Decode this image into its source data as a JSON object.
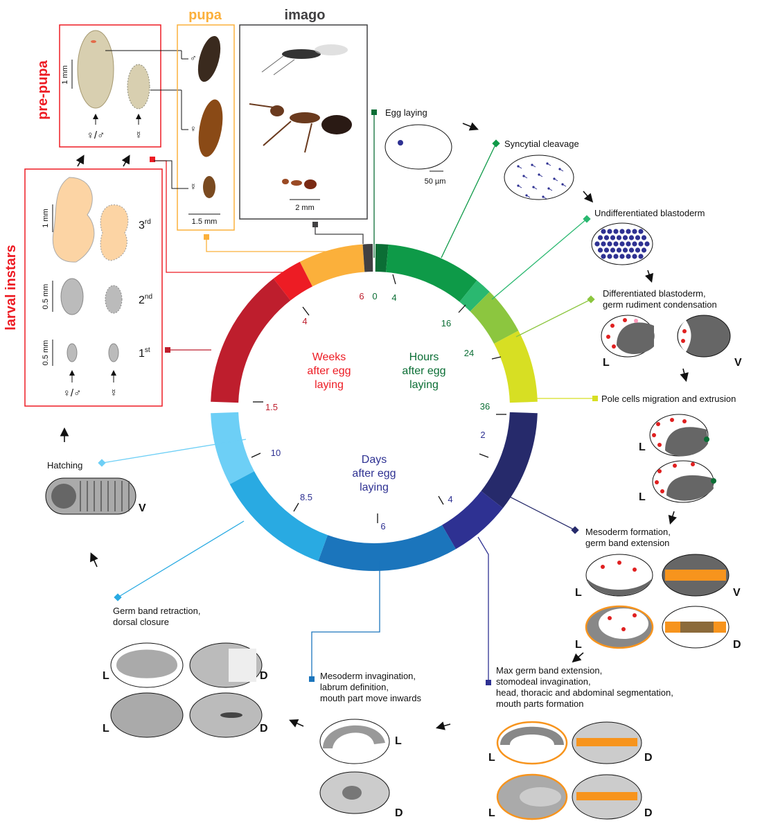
{
  "titles": {
    "pupa": "pupa",
    "imago": "imago",
    "prepupa": "pre-pupa",
    "larval": "larval instars"
  },
  "centers": {
    "weeks": [
      "Weeks",
      "after egg",
      "laying"
    ],
    "hours": [
      "Hours",
      "after egg",
      "laying"
    ],
    "days": [
      "Days",
      "after egg",
      "laying"
    ]
  },
  "ticks": {
    "h0": "0",
    "h4": "4",
    "h16": "16",
    "h24": "24",
    "h36": "36",
    "d2": "2",
    "d4": "4",
    "d6": "6",
    "d85": "8.5",
    "d10": "10",
    "w15": "1.5",
    "w4": "4",
    "w6": "6"
  },
  "stages": {
    "egg": "Egg laying",
    "sync": "Syncytial cleavage",
    "undiff": "Undifferentiated blastoderm",
    "diff1": "Differentiated blastoderm,",
    "diff2": "germ rudiment condensation",
    "pole": "Pole cells migration and extrusion",
    "meso1": "Mesoderm formation,",
    "meso2": "germ band extension",
    "max1": "Max germ band extension,",
    "max2": "stomodeal invagination,",
    "max3": "head, thoracic and abdominal segmentation,",
    "max4": "mouth parts formation",
    "minv1": "Mesoderm invagination,",
    "minv2": "labrum definition,",
    "minv3": "mouth part move inwards",
    "retr1": "Germ band retraction,",
    "retr2": "dorsal closure",
    "hatch": "Hatching"
  },
  "scales": {
    "egg": "50 µm",
    "pupa": "1.5 mm",
    "imago": "2 mm",
    "prepupa": "1 mm",
    "l3": "1 mm",
    "l2": "0.5 mm",
    "l1": "0.5 mm"
  },
  "instars": {
    "third": "3",
    "second": "2",
    "first": "1",
    "rd": "rd",
    "nd": "nd",
    "st": "st"
  },
  "sex": {
    "femalemale": "♀/♂",
    "worker": "☿",
    "male": "♂",
    "female": "♀"
  },
  "views": {
    "L": "L",
    "V": "V",
    "D": "D"
  },
  "colors": {
    "egg": "#0b6e35",
    "syncytial": "#0e9a48",
    "undiff": "#2ab870",
    "diff": "#8cc63f",
    "pole": "#d7df23",
    "d2_4": "#262a6b",
    "d4_6": "#2e3192",
    "d6_85": "#1b75bc",
    "d85_10": "#29aae2",
    "hatch": "#6dcff6",
    "larva": "#be1e2d",
    "prepupa": "#ed1c24",
    "pupa": "#fbb03b",
    "imago": "#414042",
    "orange": "#f7941d",
    "nuclei": "#2e3192",
    "pole_red": "#e02020"
  }
}
